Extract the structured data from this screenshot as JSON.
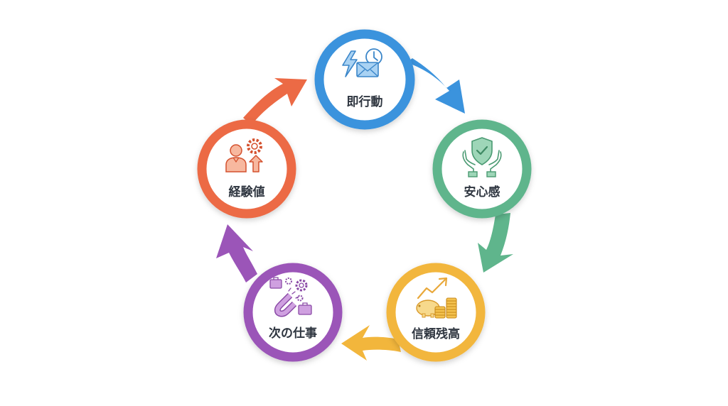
{
  "diagram": {
    "type": "cycle",
    "direction": "clockwise",
    "nodes": [
      {
        "id": "n1",
        "label": "即行動",
        "icon": "lightning-mail-clock-icon",
        "color": "#3b93dd"
      },
      {
        "id": "n2",
        "label": "安心感",
        "icon": "shield-check-hands-icon",
        "color": "#5fb58c"
      },
      {
        "id": "n3",
        "label": "信頼残高",
        "icon": "piggybank-coins-growth-icon",
        "color": "#f2b63c"
      },
      {
        "id": "n4",
        "label": "次の仕事",
        "icon": "magnet-briefcase-gears-icon",
        "color": "#9b55b8"
      },
      {
        "id": "n5",
        "label": "経験値",
        "icon": "person-gear-uparrow-icon",
        "color": "#ec6a45"
      }
    ],
    "edges": [
      {
        "from": "即行動",
        "to": "安心感",
        "color": "#3b93dd"
      },
      {
        "from": "安心感",
        "to": "信頼残高",
        "color": "#5fb58c"
      },
      {
        "from": "信頼残高",
        "to": "次の仕事",
        "color": "#f2b63c"
      },
      {
        "from": "次の仕事",
        "to": "経験値",
        "color": "#9b55b8"
      },
      {
        "from": "経験値",
        "to": "即行動",
        "color": "#ec6a45"
      }
    ]
  }
}
